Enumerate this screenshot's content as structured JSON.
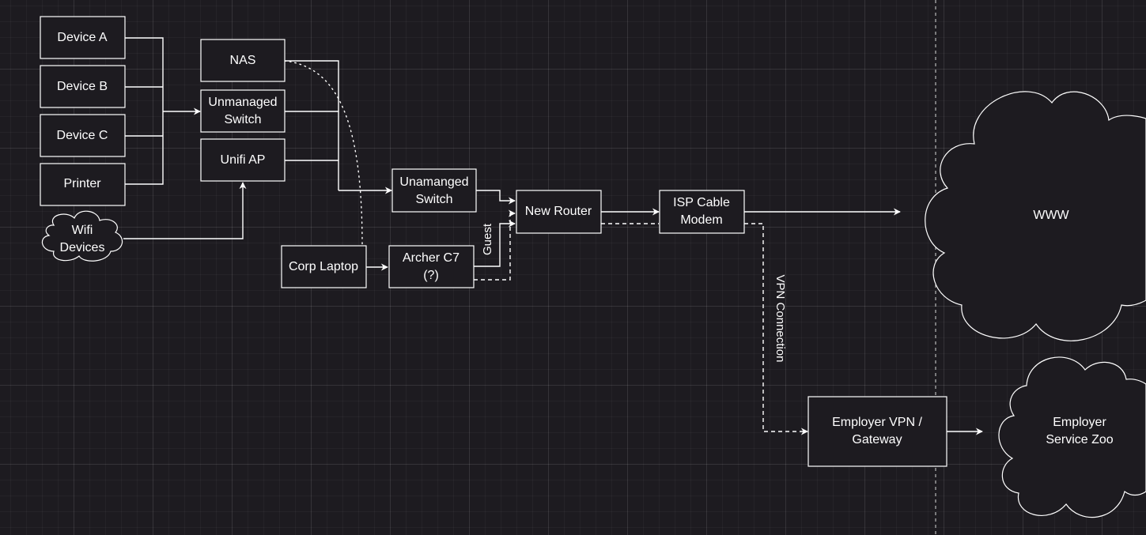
{
  "nodes": {
    "device_a": "Device A",
    "device_b": "Device B",
    "device_c": "Device C",
    "printer": "Printer",
    "wifi_devices": [
      "Wifi",
      "Devices"
    ],
    "nas": "NAS",
    "unmanaged_switch": [
      "Unmanaged",
      "Switch"
    ],
    "unifi_ap": "Unifi AP",
    "unamanged_switch": [
      "Unamanged",
      "Switch"
    ],
    "corp_laptop": "Corp Laptop",
    "archer_c7": [
      "Archer C7",
      "(?)"
    ],
    "new_router": "New Router",
    "isp_cable_modem": [
      "ISP Cable",
      "Modem"
    ],
    "employer_vpn_gateway": [
      "Employer VPN /",
      "Gateway"
    ],
    "www": "WWW",
    "employer_service_zoo": [
      "Employer",
      "Service Zoo"
    ]
  },
  "edge_labels": {
    "guest": "Guest",
    "vpn_connection": "VPN Connection"
  },
  "colors": {
    "background": "#1d1b20",
    "stroke": "#ffffff",
    "text": "#ffffff"
  }
}
